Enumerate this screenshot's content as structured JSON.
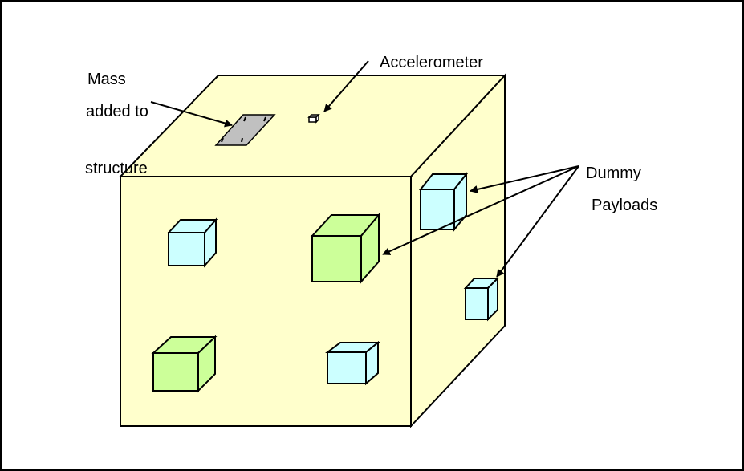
{
  "labels": {
    "accelerometer": "Accelerometer",
    "mass_line1": "Mass",
    "mass_line2": "added to",
    "mass_line3": "structure",
    "dummy_line1": "Dummy",
    "dummy_line2": "Payloads"
  },
  "colors": {
    "cube_face": "#ffffcc",
    "payload_blue": "#ccffff",
    "payload_green": "#ccff99",
    "mass_plate": "#c0c0c0",
    "stroke": "#000000"
  }
}
